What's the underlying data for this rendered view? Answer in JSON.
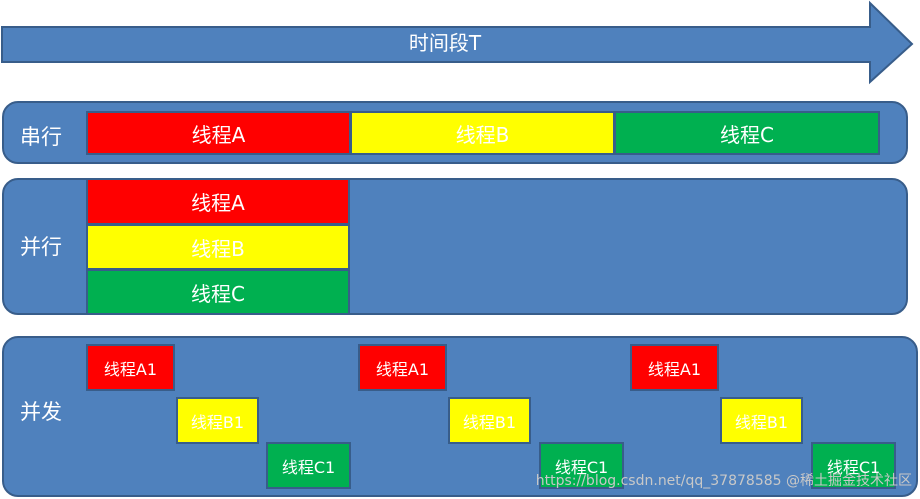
{
  "timeline": {
    "label": "时间段T"
  },
  "serial": {
    "label": "串行",
    "threads": [
      {
        "label": "线程A",
        "color": "#ff0000"
      },
      {
        "label": "线程B",
        "color": "#ffff00"
      },
      {
        "label": "线程C",
        "color": "#00b050"
      }
    ]
  },
  "parallel": {
    "label": "并行",
    "threads": [
      {
        "label": "线程A",
        "color": "#ff0000"
      },
      {
        "label": "线程B",
        "color": "#ffff00"
      },
      {
        "label": "线程C",
        "color": "#00b050"
      }
    ]
  },
  "concurrent": {
    "label": "并发",
    "threads": [
      {
        "label": "线程A1",
        "color": "#ff0000"
      },
      {
        "label": "线程B1",
        "color": "#ffff00"
      },
      {
        "label": "线程C1",
        "color": "#00b050"
      }
    ]
  },
  "watermark": {
    "text": "https://blog.csdn.net/qq_37878585  @稀土掘金技术社区"
  },
  "colors": {
    "panel": "#4f81bd",
    "border": "#385d8a"
  }
}
